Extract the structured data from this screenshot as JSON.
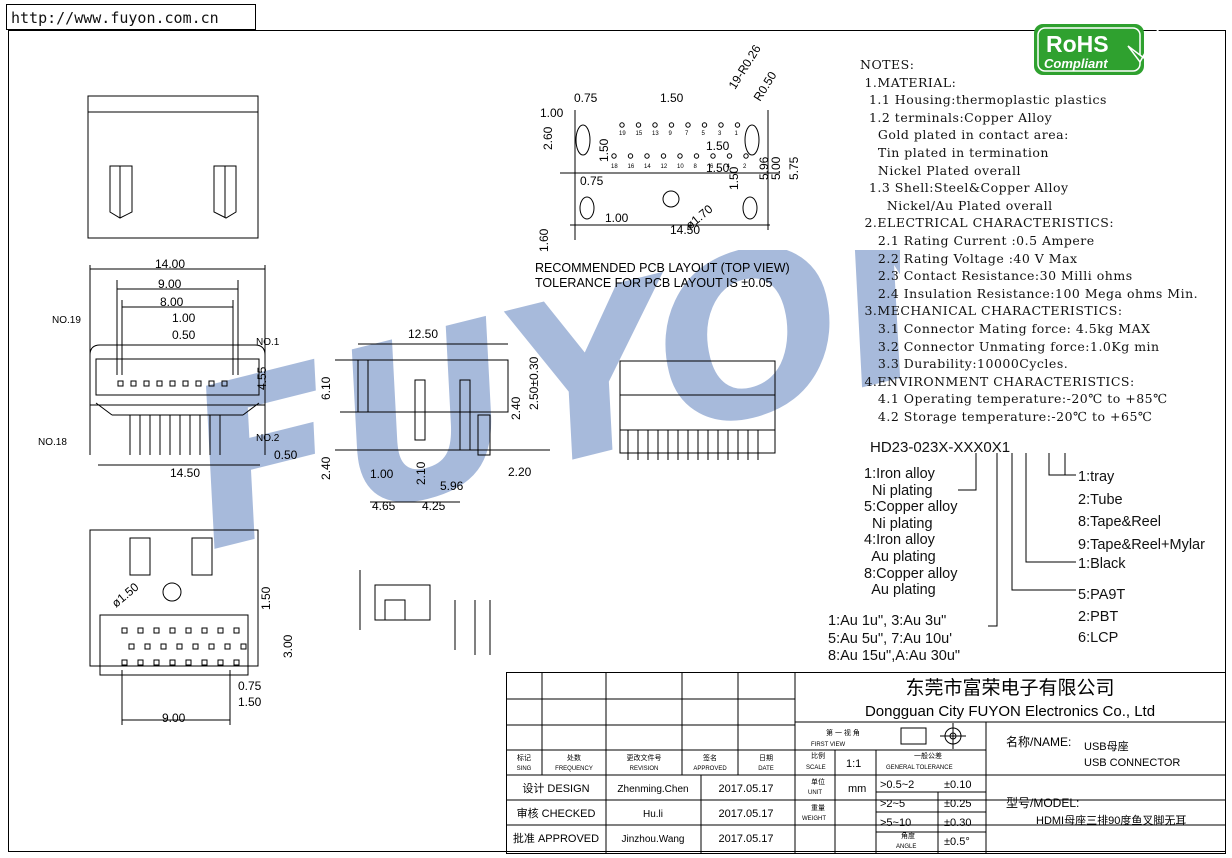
{
  "header": {
    "url": "http://www.fuyon.com.cn"
  },
  "badge": {
    "line1": "RoHS",
    "line2": "Compliant",
    "color": "#2fa12f"
  },
  "watermark": {
    "text": "FUYON富荣",
    "color": "#8aa3cf"
  },
  "notes": [
    "NOTES:",
    " 1.MATERIAL:",
    "  1.1 Housing:thermoplastic plastics",
    "  1.2 terminals:Copper Alloy",
    "    Gold plated in contact area:",
    "    Tin plated in termination",
    "    Nickel Plated overall",
    "  1.3 Shell:Steel&Copper Alloy",
    "      Nickel/Au Plated overall",
    " 2.ELECTRICAL CHARACTERISTICS:",
    "    2.1 Rating Current :0.5 Ampere",
    "    2.2 Rating Voltage :40 V Max",
    "    2.3 Contact Resistance:30 Milli ohms",
    "    2.4 Insulation Resistance:100 Mega ohms Min.",
    " 3.MECHANICAL CHARACTERISTICS:",
    "    3.1 Connector Mating force: 4.5kg MAX",
    "    3.2 Connector Unmating force:1.0Kg min",
    "    3.3 Durability:10000Cycles.",
    " 4.ENVIRONMENT CHARACTERISTICS:",
    "    4.1 Operating temperature:-20℃ to +85℃",
    "    4.2 Storage temperature:-20℃ to +65℃"
  ],
  "part_number": {
    "code": "HD23-023X-XXX0X1",
    "shell_options": [
      "1:Iron alloy",
      "  Ni plating",
      "5:Copper alloy",
      "  Ni plating",
      "4:Iron alloy",
      "  Au plating",
      "8:Copper alloy",
      "  Au plating"
    ],
    "plating_options": [
      "1:Au 1u\", 3:Au 3u\"",
      "5:Au 5u\", 7:Au 10u'",
      "8:Au 15u\",A:Au 30u\""
    ],
    "packing_options": [
      "1:tray",
      "2:Tube",
      "8:Tape&Reel",
      "9:Tape&Reel+Mylar"
    ],
    "color_options": [
      "1:Black"
    ],
    "material_options": [
      "5:PA9T",
      "2:PBT",
      "6:LCP"
    ]
  },
  "pcb_layout": {
    "caption1": "RECOMMENDED PCB LAYOUT (TOP VIEW)",
    "caption2": "TOLERANCE FOR PCB LAYOUT IS ±0.05",
    "dims": [
      "0.75",
      "1.50",
      "19-R0.26",
      "R0.50",
      "1.00",
      "2.60",
      "1.50",
      "0.75",
      "1.50",
      "1.50",
      "5.96",
      "5.00",
      "5.75",
      "1.50",
      "1.00",
      "ø1.70",
      "14.50",
      "1.60"
    ],
    "pin_top": [
      "19",
      "15",
      "13",
      "9",
      "7",
      "5",
      "3",
      "1"
    ],
    "pin_bottom": [
      "18",
      "16",
      "14",
      "12",
      "10",
      "8",
      "6",
      "4",
      "2"
    ]
  },
  "front_view": {
    "dims": [
      "14.00",
      "9.00",
      "8.00",
      "1.00",
      "0.50",
      "4.55",
      "0.50",
      "14.50"
    ],
    "labels": [
      "NO.19",
      "NO.1",
      "NO.18",
      "NO.2"
    ]
  },
  "side_view": {
    "dims": [
      "12.50",
      "6.10",
      "2.50±0.30",
      "2.40",
      "2.40",
      "1.00",
      "2.10",
      "5.96",
      "2.20",
      "4.65",
      "4.25"
    ]
  },
  "bottom_view": {
    "dims": [
      "ø1.50",
      "1.50",
      "3.00",
      "0.75",
      "1.50",
      "9.00"
    ]
  },
  "title_block": {
    "company_cn": "东莞市富荣电子有限公司",
    "company_en": "Dongguan City FUYON Electronics Co., Ltd",
    "first_view_cn": "第 一 视 角",
    "first_view_en": "FIRST VIEW",
    "tol_cn": "一般公差",
    "tol_en": "GENERAL TOLERANCE",
    "name_label": "名称/NAME:",
    "name_cn": "USB母座",
    "name_en": "USB CONNECTOR",
    "model_label": "型号/MODEL:",
    "model": "HDMI母座三排90度鱼叉脚无耳",
    "headers": [
      {
        "cn": "标记",
        "en": "SING"
      },
      {
        "cn": "处数",
        "en": "FREQUENCY"
      },
      {
        "cn": "更改文件号",
        "en": "REVISION"
      },
      {
        "cn": "签名",
        "en": "APPROVED"
      },
      {
        "cn": "日期",
        "en": "DATE"
      }
    ],
    "scale_cn": "比例",
    "scale_en": "SCALE",
    "scale": "1:1",
    "unit_cn": "单位",
    "unit_en": "UNIT",
    "unit": "mm",
    "weight_cn": "重量",
    "weight_en": "WEIGHT",
    "angle_cn": "角度",
    "angle_en": "ANGLE",
    "rows": [
      {
        "role": "设计 DESIGN",
        "name": "Zhenming.Chen",
        "date": "2017.05.17"
      },
      {
        "role": "审核 CHECKED",
        "name": "Hu.li",
        "date": "2017.05.17"
      },
      {
        "role": "批准 APPROVED",
        "name": "Jinzhou.Wang",
        "date": "2017.05.17"
      }
    ],
    "tolerances": [
      {
        "range": ">0.5~2",
        "tol": "±0.10"
      },
      {
        "range": ">2~5",
        "tol": "±0.25"
      },
      {
        "range": ">5~10",
        "tol": "±0.30"
      },
      {
        "range": "",
        "tol": "±0.5°"
      }
    ]
  }
}
